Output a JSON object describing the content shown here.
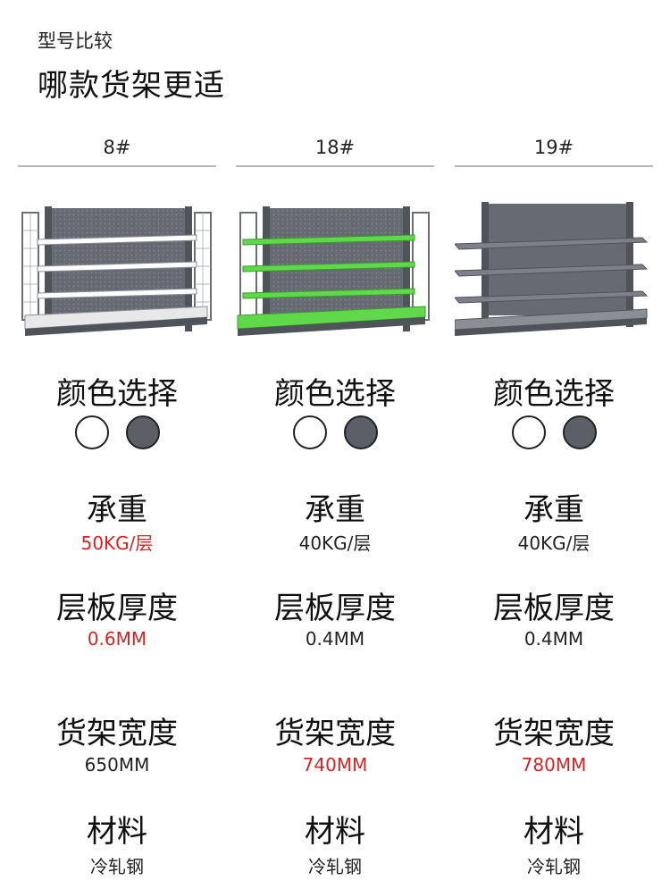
{
  "header": {
    "subtitle": "型号比较",
    "title": "哪款货架更适"
  },
  "labels": {
    "color": "颜色选择",
    "load": "承重",
    "thickness": "层板厚度",
    "width": "货架宽度",
    "material": "材料"
  },
  "swatch_colors": [
    "#ffffff",
    "#5b6068"
  ],
  "models": [
    {
      "name": "8#",
      "load": "50KG/层",
      "thickness": "0.6MM",
      "width": "650MM",
      "material": "冷轧钢",
      "highlight": [
        "load",
        "thickness"
      ],
      "accent": "#ffffff"
    },
    {
      "name": "18#",
      "load": "40KG/层",
      "thickness": "0.4MM",
      "width": "740MM",
      "material": "冷轧钢",
      "highlight": [
        "width"
      ],
      "accent": "#5fd84a"
    },
    {
      "name": "19#",
      "load": "40KG/层",
      "thickness": "0.4MM",
      "width": "780MM",
      "material": "冷轧钢",
      "highlight": [
        "width"
      ],
      "accent": "#6a7079"
    }
  ]
}
